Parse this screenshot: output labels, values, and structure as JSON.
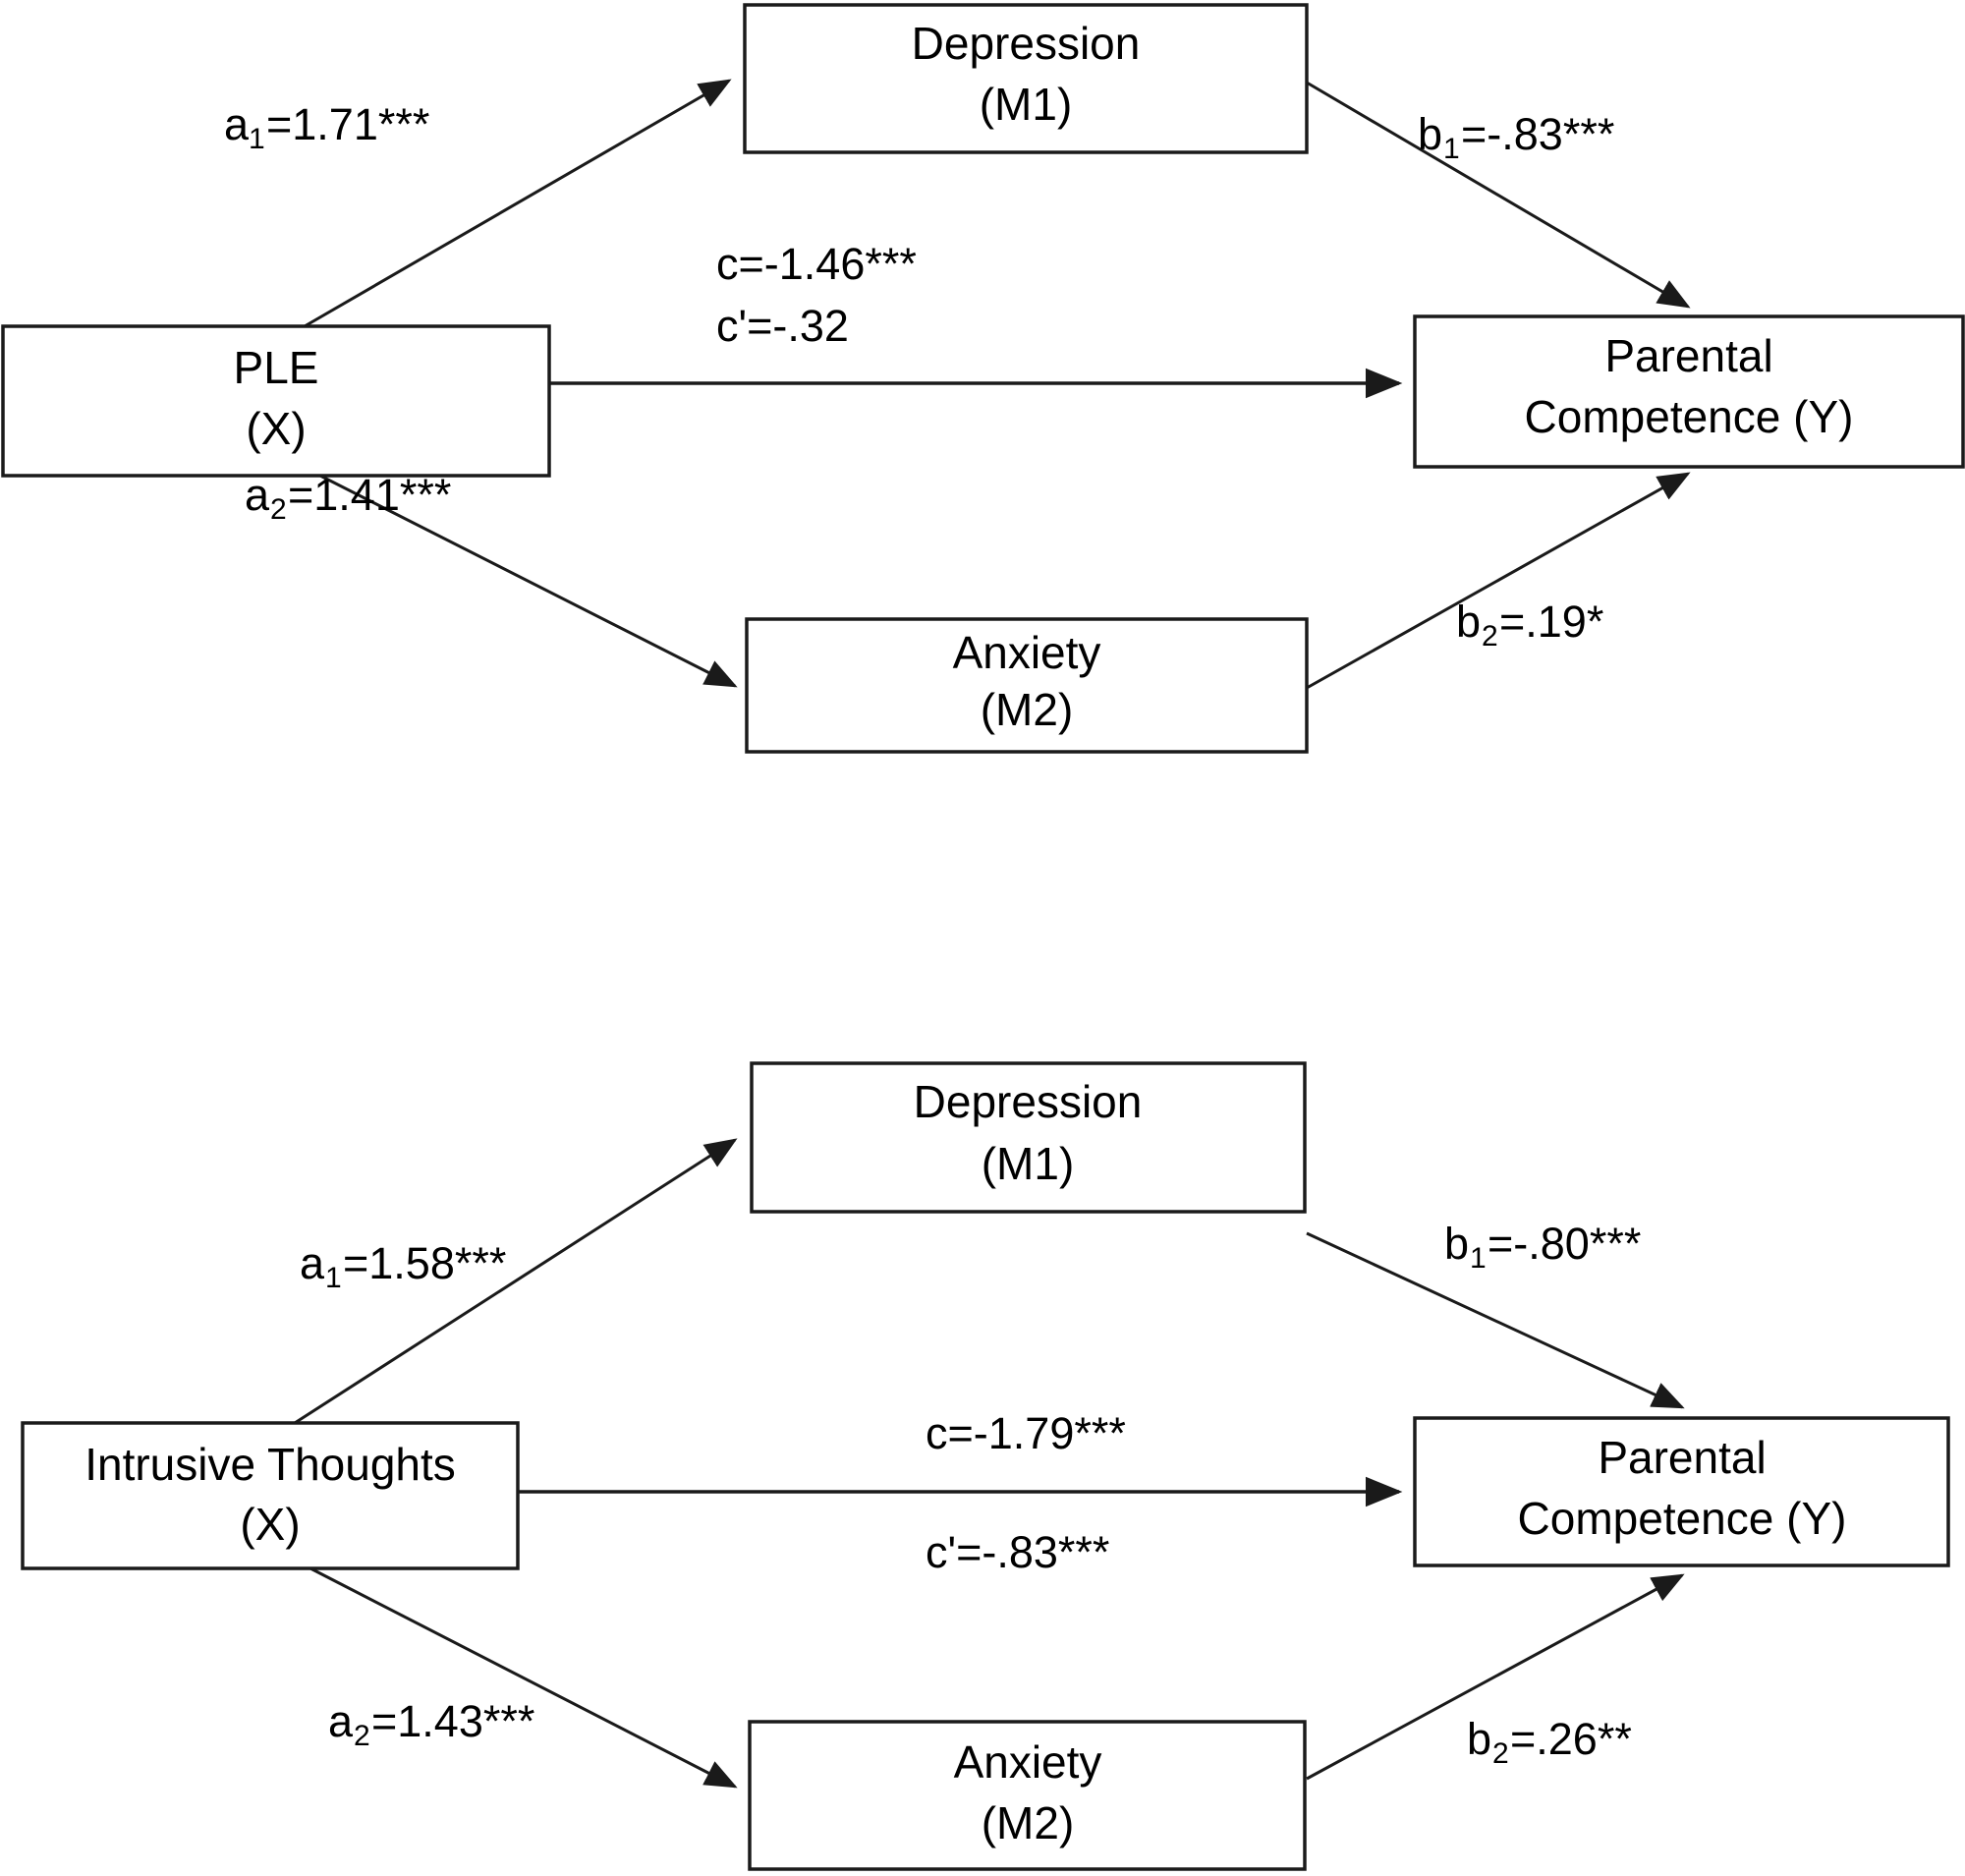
{
  "figure": {
    "background_color": "#ffffff",
    "line_color": "#1a1a1a",
    "text_color": "#000000",
    "title": ""
  },
  "chart_data": {
    "type": "diagram",
    "subtype": "parallel-mediation-path-model",
    "title": "",
    "models": [
      {
        "id": "model-1",
        "predictor": "PLE (X)",
        "outcome": "Parental Competence (Y)",
        "mediators": [
          "Depression (M1)",
          "Anxiety (M2)"
        ],
        "paths": [
          {
            "name": "a1",
            "from": "PLE (X)",
            "to": "Depression (M1)",
            "coefficient": 1.71,
            "significance": "***",
            "label": "=1.71***"
          },
          {
            "name": "a2",
            "from": "PLE (X)",
            "to": "Anxiety (M2)",
            "coefficient": 1.41,
            "significance": "***",
            "label": "=1.41***"
          },
          {
            "name": "b1",
            "from": "Depression (M1)",
            "to": "Parental Competence (Y)",
            "coefficient": -0.83,
            "significance": "***",
            "label": "=-.83***"
          },
          {
            "name": "b2",
            "from": "Anxiety (M2)",
            "to": "Parental Competence (Y)",
            "coefficient": 0.19,
            "significance": "*",
            "label": "=.19*"
          },
          {
            "name": "c",
            "from": "PLE (X)",
            "to": "Parental Competence (Y)",
            "coefficient": -1.46,
            "significance": "***",
            "label": "c=-1.46***"
          },
          {
            "name": "c'",
            "from": "PLE (X)",
            "to": "Parental Competence (Y)",
            "coefficient": -0.32,
            "significance": "",
            "label": "c'=-.32"
          }
        ]
      },
      {
        "id": "model-2",
        "predictor": "Intrusive Thoughts (X)",
        "outcome": "Parental Competence (Y)",
        "mediators": [
          "Depression (M1)",
          "Anxiety (M2)"
        ],
        "paths": [
          {
            "name": "a1",
            "from": "Intrusive Thoughts (X)",
            "to": "Depression (M1)",
            "coefficient": 1.58,
            "significance": "***",
            "label": "=1.58***"
          },
          {
            "name": "a2",
            "from": "Intrusive Thoughts (X)",
            "to": "Anxiety (M2)",
            "coefficient": 1.43,
            "significance": "***",
            "label": "=1.43***"
          },
          {
            "name": "b1",
            "from": "Depression (M1)",
            "to": "Parental Competence (Y)",
            "coefficient": -0.8,
            "significance": "***",
            "label": "=-.80***"
          },
          {
            "name": "b2",
            "from": "Anxiety (M2)",
            "to": "Parental Competence (Y)",
            "coefficient": 0.26,
            "significance": "**",
            "label": "=.26**"
          },
          {
            "name": "c",
            "from": "Intrusive Thoughts (X)",
            "to": "Parental Competence (Y)",
            "coefficient": -1.79,
            "significance": "***",
            "label": "c=-1.79***"
          },
          {
            "name": "c'",
            "from": "Intrusive Thoughts (X)",
            "to": "Parental Competence (Y)",
            "coefficient": -0.83,
            "significance": "***",
            "label": "c'=-.83***"
          }
        ]
      }
    ]
  },
  "model1": {
    "depression": {
      "line1": "Depression",
      "line2": "(M1)"
    },
    "predictor": {
      "line1": "PLE",
      "line2": "(X)"
    },
    "outcome": {
      "line1": "Parental",
      "line2": "Competence (Y)"
    },
    "anxiety": {
      "line1": "Anxiety",
      "line2": "(M2)"
    },
    "labels": {
      "a1_base": "a",
      "a1_sub": "1",
      "a1_rest": "=1.71***",
      "a2_base": "a",
      "a2_sub": "2",
      "a2_rest": "=1.41***",
      "b1_base": "b",
      "b1_sub": "1",
      "b1_rest": "=-.83***",
      "b2_base": "b",
      "b2_sub": "2",
      "b2_rest": "=.19*",
      "c": "c=-1.46***",
      "c_prime": "c'=-.32"
    }
  },
  "model2": {
    "depression": {
      "line1": "Depression",
      "line2": "(M1)"
    },
    "predictor": {
      "line1": "Intrusive Thoughts",
      "line2": "(X)"
    },
    "outcome": {
      "line1": "Parental",
      "line2": "Competence (Y)"
    },
    "anxiety": {
      "line1": "Anxiety",
      "line2": "(M2)"
    },
    "labels": {
      "a1_base": "a",
      "a1_sub": "1",
      "a1_rest": "=1.58***",
      "a2_base": "a",
      "a2_sub": "2",
      "a2_rest": "=1.43***",
      "b1_base": "b",
      "b1_sub": "1",
      "b1_rest": "=-.80***",
      "b2_base": "b",
      "b2_sub": "2",
      "b2_rest": "=.26**",
      "c": "c=-1.79***",
      "c_prime": "c'=-.83***"
    }
  }
}
